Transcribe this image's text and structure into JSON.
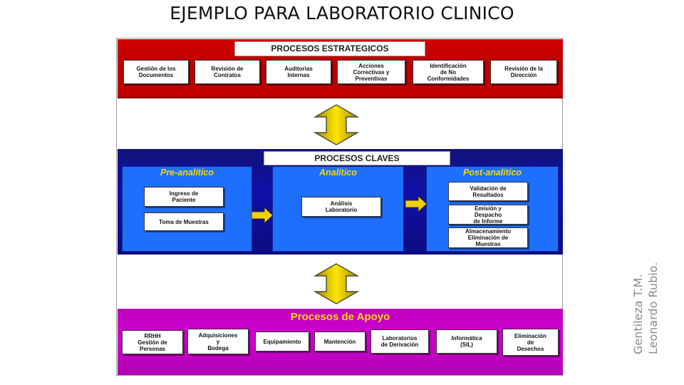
{
  "title": "EJEMPLO PARA LABORATORIO CLINICO",
  "estrategicos": {
    "header": "PROCESOS ESTRATEGICOS",
    "items": [
      "Gestión de los\nDocumentos",
      "Revisión de\nContratos",
      "Auditorías\nInternas",
      "Acciones\nCorrectivas y\nPreventivas",
      "Identificación\nde No\nConformidades",
      "Revisión de la\nDirección"
    ]
  },
  "claves": {
    "header": "PROCESOS CLAVES",
    "pre": {
      "title": "Pre-analítico",
      "items": [
        "Ingreso de\nPaciente",
        "Toma de Muestras"
      ]
    },
    "analitico": {
      "title": "Analítico",
      "items": [
        "Análisis\nLaboratorio"
      ]
    },
    "post": {
      "title": "Post-analítico",
      "items": [
        "Validación de\nResultados",
        "Emisión y\nDespacho\nde Informe",
        "Almacenamiento\nEliminación de\nMuestras"
      ]
    }
  },
  "apoyo": {
    "header": "Procesos de Apoyo",
    "items": [
      "RRHH\nGestión de\nPersonas",
      "Adquisiciones\ny\nBodega",
      "Equipamiento",
      "Mantención",
      "Laboratorios\nde Derivación",
      "Informática\n(SIL)",
      "Eliminación\nde\nDesechos"
    ]
  },
  "credits": {
    "line1": "Gentileza T.M.",
    "line2": "Leonardo Rubio."
  },
  "colors": {
    "estrategicos": "#c00000",
    "claves": "#1010a0",
    "apoyo": "#cc00cc",
    "arrow": "#f0d000",
    "panel": "#1f6fff"
  }
}
